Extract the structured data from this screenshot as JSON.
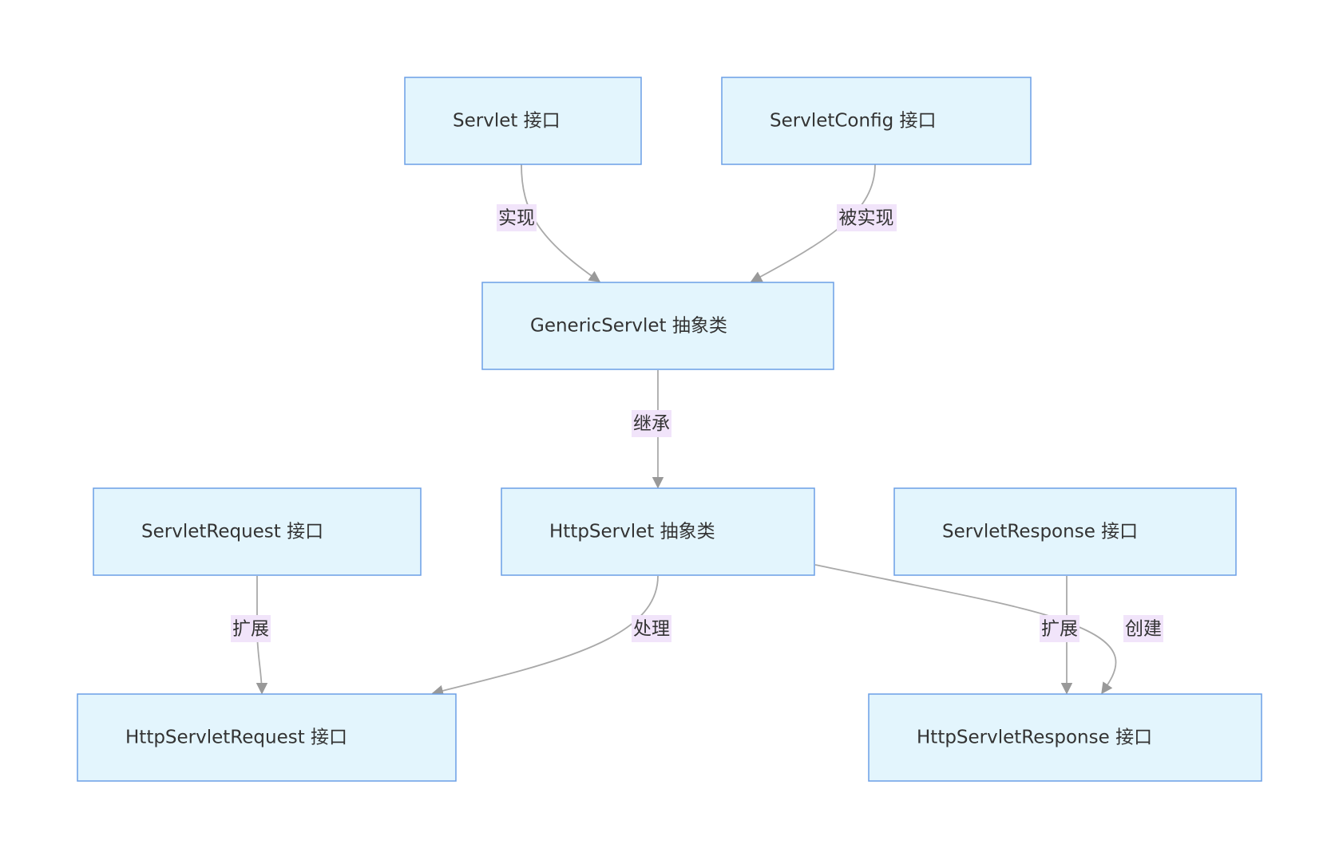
{
  "nodes": {
    "servlet": "Servlet 接口",
    "servlet_config": "ServletConfig 接口",
    "generic_servlet": "GenericServlet 抽象类",
    "servlet_request": "ServletRequest 接口",
    "http_servlet": "HttpServlet 抽象类",
    "servlet_response": "ServletResponse 接口",
    "http_servlet_request": "HttpServletRequest 接口",
    "http_servlet_response": "HttpServletResponse 接口"
  },
  "edges": {
    "servlet_to_generic": "实现",
    "config_to_generic": "被实现",
    "generic_to_http": "继承",
    "request_to_http_request": "扩展",
    "http_to_http_request": "处理",
    "response_to_http_response": "扩展",
    "http_to_http_response": "创建"
  },
  "colors": {
    "node_fill": "#e3f5fd",
    "node_stroke": "#6b9fe6",
    "edge_stroke": "#a9a9a9",
    "edge_label_bg": "#f1e4fa"
  }
}
